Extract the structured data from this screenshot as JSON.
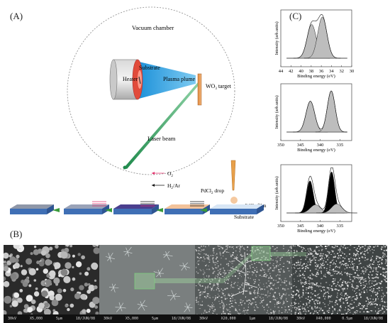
{
  "panels": {
    "a": "(A)",
    "b": "(B)",
    "c": "(C)"
  },
  "schematic": {
    "vacuum_chamber": "Vacuum chamber",
    "heater": "Heater",
    "substrate": "Substrate",
    "plasma_plume": "Plasma plume",
    "target_prefix": "WO",
    "target_sub": "3",
    "target_suffix": " target",
    "laser_beam": "Laser beam"
  },
  "process": {
    "o2_main": "O",
    "o2_sub": "2",
    "h2ar_main": "H",
    "h2ar_sub": "2",
    "h2ar_suffix": "/Ar",
    "pdcl2_main": "PdCl",
    "pdcl2_sub": "2",
    "pdcl2_suffix": " drop",
    "wo3_main": "WO",
    "wo3_sub": "3",
    "wo3_suffix": " film",
    "substrate": "Substrate"
  },
  "sem_images": [
    {
      "kv": "30kV",
      "mag": "X5,000",
      "scale": "5μm",
      "date": "18/JUN/08"
    },
    {
      "kv": "30kV",
      "mag": "X5,000",
      "scale": "5μm",
      "date": "18/JUN/08"
    },
    {
      "kv": "30kV",
      "mag": "X20,000",
      "scale": "1μm",
      "date": "18/JUN/08"
    },
    {
      "kv": "30kV",
      "mag": "X40,000",
      "scale": "0.5μm",
      "date": "18/JUN/08"
    }
  ],
  "chart_data": [
    {
      "type": "area",
      "xlabel": "Binding energy (eV)",
      "ylabel": "Intensity (arb.units)",
      "xlim": [
        44,
        30
      ],
      "ticks": [
        "44",
        "42",
        "40",
        "38",
        "36",
        "34",
        "32",
        "30"
      ],
      "peaks": [
        {
          "center": 37.9,
          "height": 0.82,
          "width": 0.9,
          "fill": "#bdbdbd"
        },
        {
          "center": 35.8,
          "height": 1.0,
          "width": 0.9,
          "fill": "#bdbdbd"
        }
      ]
    },
    {
      "type": "area",
      "xlabel": "Binding energy (eV)",
      "ylabel": "Intensity (arb.units)",
      "xlim": [
        350,
        332
      ],
      "ticks": [
        "350",
        "345",
        "340",
        "335"
      ],
      "peaks": [
        {
          "center": 342.5,
          "height": 0.75,
          "width": 1.1,
          "fill": "#bdbdbd"
        },
        {
          "center": 337.2,
          "height": 1.0,
          "width": 1.0,
          "fill": "#bdbdbd"
        }
      ]
    },
    {
      "type": "area",
      "xlabel": "Binding energy (eV)",
      "ylabel": "Intensity (arb.units)",
      "xlim": [
        350,
        332
      ],
      "ticks": [
        "350",
        "345",
        "340",
        "335"
      ],
      "peaks": [
        {
          "center": 342.6,
          "height": 0.78,
          "width": 0.85,
          "fill": "#000000"
        },
        {
          "center": 341.2,
          "height": 0.2,
          "width": 1.3,
          "fill": "#bdbdbd"
        },
        {
          "center": 337.1,
          "height": 1.0,
          "width": 0.8,
          "fill": "#000000"
        },
        {
          "center": 335.8,
          "height": 0.22,
          "width": 1.3,
          "fill": "#bdbdbd"
        }
      ]
    }
  ]
}
